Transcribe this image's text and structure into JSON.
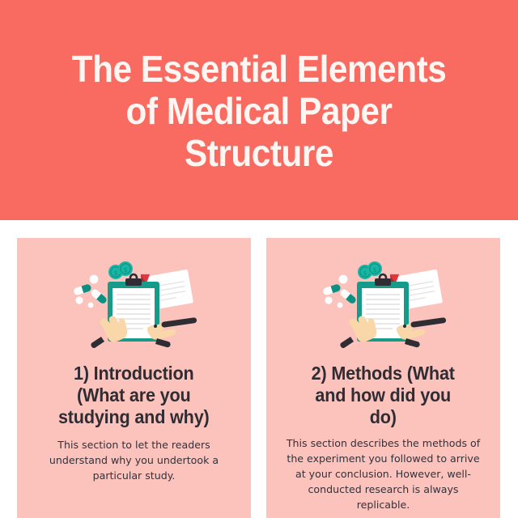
{
  "theme": {
    "header_bg": "#f96a60",
    "card_bg": "#fcc3bd",
    "page_bg": "#ffffff",
    "title_color": "#fdf6f2",
    "heading_color": "#2f2d33",
    "body_color": "#33313a",
    "illustration_teal": "#169b8a",
    "illustration_skin": "#f9d7a8",
    "illustration_pen": "#2f2d33",
    "illustration_pin_red": "#e8333a",
    "illustration_paper": "#ffffff"
  },
  "header": {
    "title": "The Essential Elements\nof Medical Paper\nStructure"
  },
  "cards": [
    {
      "illustration_name": "clipboard-prescription-illustration",
      "heading": "1) Introduction\n(What are you\nstudying and why)",
      "body": "This section to let the readers understand why you undertook a particular study."
    },
    {
      "illustration_name": "clipboard-prescription-illustration",
      "heading": "2) Methods (What\nand how did you\ndo)",
      "body": "This section describes the methods of the experiment you followed to arrive at your conclusion. However, well-conducted research is always replicable."
    }
  ]
}
